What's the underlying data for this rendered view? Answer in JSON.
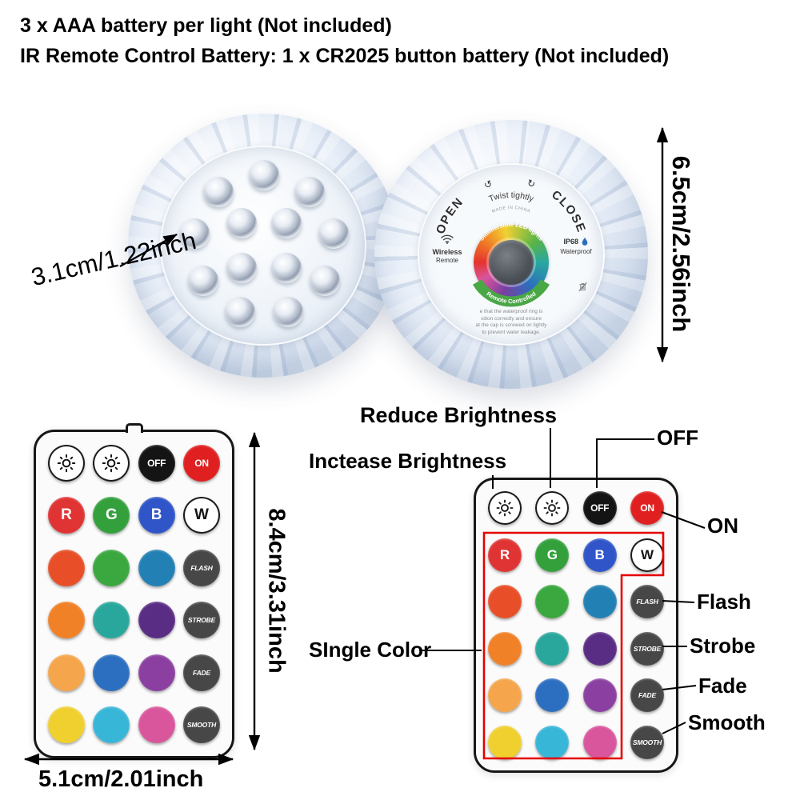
{
  "header": {
    "line1": "3 x AAA battery per light (Not included)",
    "line2": "IR Remote Control Battery: 1 x CR2025 button battery (Not included)"
  },
  "dimensions": {
    "light_diameter": "3.1cm/1.22inch",
    "light_height": "6.5cm/2.56inch",
    "remote_height": "8.4cm/3.31inch",
    "remote_width": "5.1cm/2.01inch"
  },
  "light_label": {
    "open": "OPEN",
    "close": "CLOSE",
    "arrow_left": "↺",
    "arrow_right": "↻",
    "twist": "Twist tightly",
    "made_in": "MADE IN CHINA",
    "wireless_line1": "Wireless",
    "wireless_line2": "Remote",
    "ip68": "IP68",
    "waterproof": "Waterproof",
    "submersible": "Submersible LED lights",
    "remote_controlled": "Remote Controlled",
    "fine_print": [
      "e that the waterproof ring is",
      "sition correctly and ensure",
      "at the cap is screwed on tightly",
      "to prevent water leakage."
    ]
  },
  "remote": {
    "rows": [
      [
        {
          "kind": "icon",
          "name": "brightness-down-button",
          "bg": "#ffffff",
          "border": true
        },
        {
          "kind": "icon",
          "name": "brightness-up-button",
          "bg": "#ffffff",
          "border": true
        },
        {
          "kind": "text",
          "label": "OFF",
          "name": "off-button",
          "bg": "#141414",
          "fg": "#ffffff",
          "size": "med"
        },
        {
          "kind": "text",
          "label": "ON",
          "name": "on-button",
          "bg": "#e02020",
          "fg": "#ffffff",
          "size": "med"
        }
      ],
      [
        {
          "kind": "text",
          "label": "R",
          "name": "red-button",
          "bg": "#e03434",
          "fg": "#ffffff"
        },
        {
          "kind": "text",
          "label": "G",
          "name": "green-button",
          "bg": "#33a03c",
          "fg": "#ffffff"
        },
        {
          "kind": "text",
          "label": "B",
          "name": "blue-button",
          "bg": "#2f55c8",
          "fg": "#ffffff"
        },
        {
          "kind": "text",
          "label": "W",
          "name": "white-button",
          "bg": "#ffffff",
          "fg": "#141414",
          "border": true
        }
      ],
      [
        {
          "kind": "color",
          "name": "color-button-red-orange",
          "bg": "#e84f28"
        },
        {
          "kind": "color",
          "name": "color-button-green",
          "bg": "#3aa83f"
        },
        {
          "kind": "color",
          "name": "color-button-steel-blue",
          "bg": "#2380b4"
        },
        {
          "kind": "text",
          "label": "FLASH",
          "name": "flash-button",
          "bg": "#474747",
          "fg": "#ffffff",
          "size": "small"
        }
      ],
      [
        {
          "kind": "color",
          "name": "color-button-orange",
          "bg": "#f08127"
        },
        {
          "kind": "color",
          "name": "color-button-teal",
          "bg": "#2aa79c"
        },
        {
          "kind": "color",
          "name": "color-button-dark-purple",
          "bg": "#5a2d85"
        },
        {
          "kind": "text",
          "label": "STROBE",
          "name": "strobe-button",
          "bg": "#474747",
          "fg": "#ffffff",
          "size": "small"
        }
      ],
      [
        {
          "kind": "color",
          "name": "color-button-amber",
          "bg": "#f5a54b"
        },
        {
          "kind": "color",
          "name": "color-button-blue",
          "bg": "#2c6fc0"
        },
        {
          "kind": "color",
          "name": "color-button-violet",
          "bg": "#8b3fa1"
        },
        {
          "kind": "text",
          "label": "FADE",
          "name": "fade-button",
          "bg": "#474747",
          "fg": "#ffffff",
          "size": "small"
        }
      ],
      [
        {
          "kind": "color",
          "name": "color-button-yellow",
          "bg": "#f0d02f"
        },
        {
          "kind": "color",
          "name": "color-button-cyan",
          "bg": "#38b6d8"
        },
        {
          "kind": "color",
          "name": "color-button-pink",
          "bg": "#d9569c"
        },
        {
          "kind": "text",
          "label": "SMOOTH",
          "name": "smooth-button",
          "bg": "#474747",
          "fg": "#ffffff",
          "size": "small"
        }
      ]
    ]
  },
  "annotations": {
    "reduce_brightness": "Reduce Brightness",
    "increase_brightness": "Inctease Brightness",
    "off": "OFF",
    "on": "ON",
    "single_color": "SIngle Color",
    "flash": "Flash",
    "strobe": "Strobe",
    "fade": "Fade",
    "smooth": "Smooth"
  },
  "colors": {
    "annotation_box": "#e60000",
    "on_button": "#e02020",
    "function_button": "#474747"
  }
}
